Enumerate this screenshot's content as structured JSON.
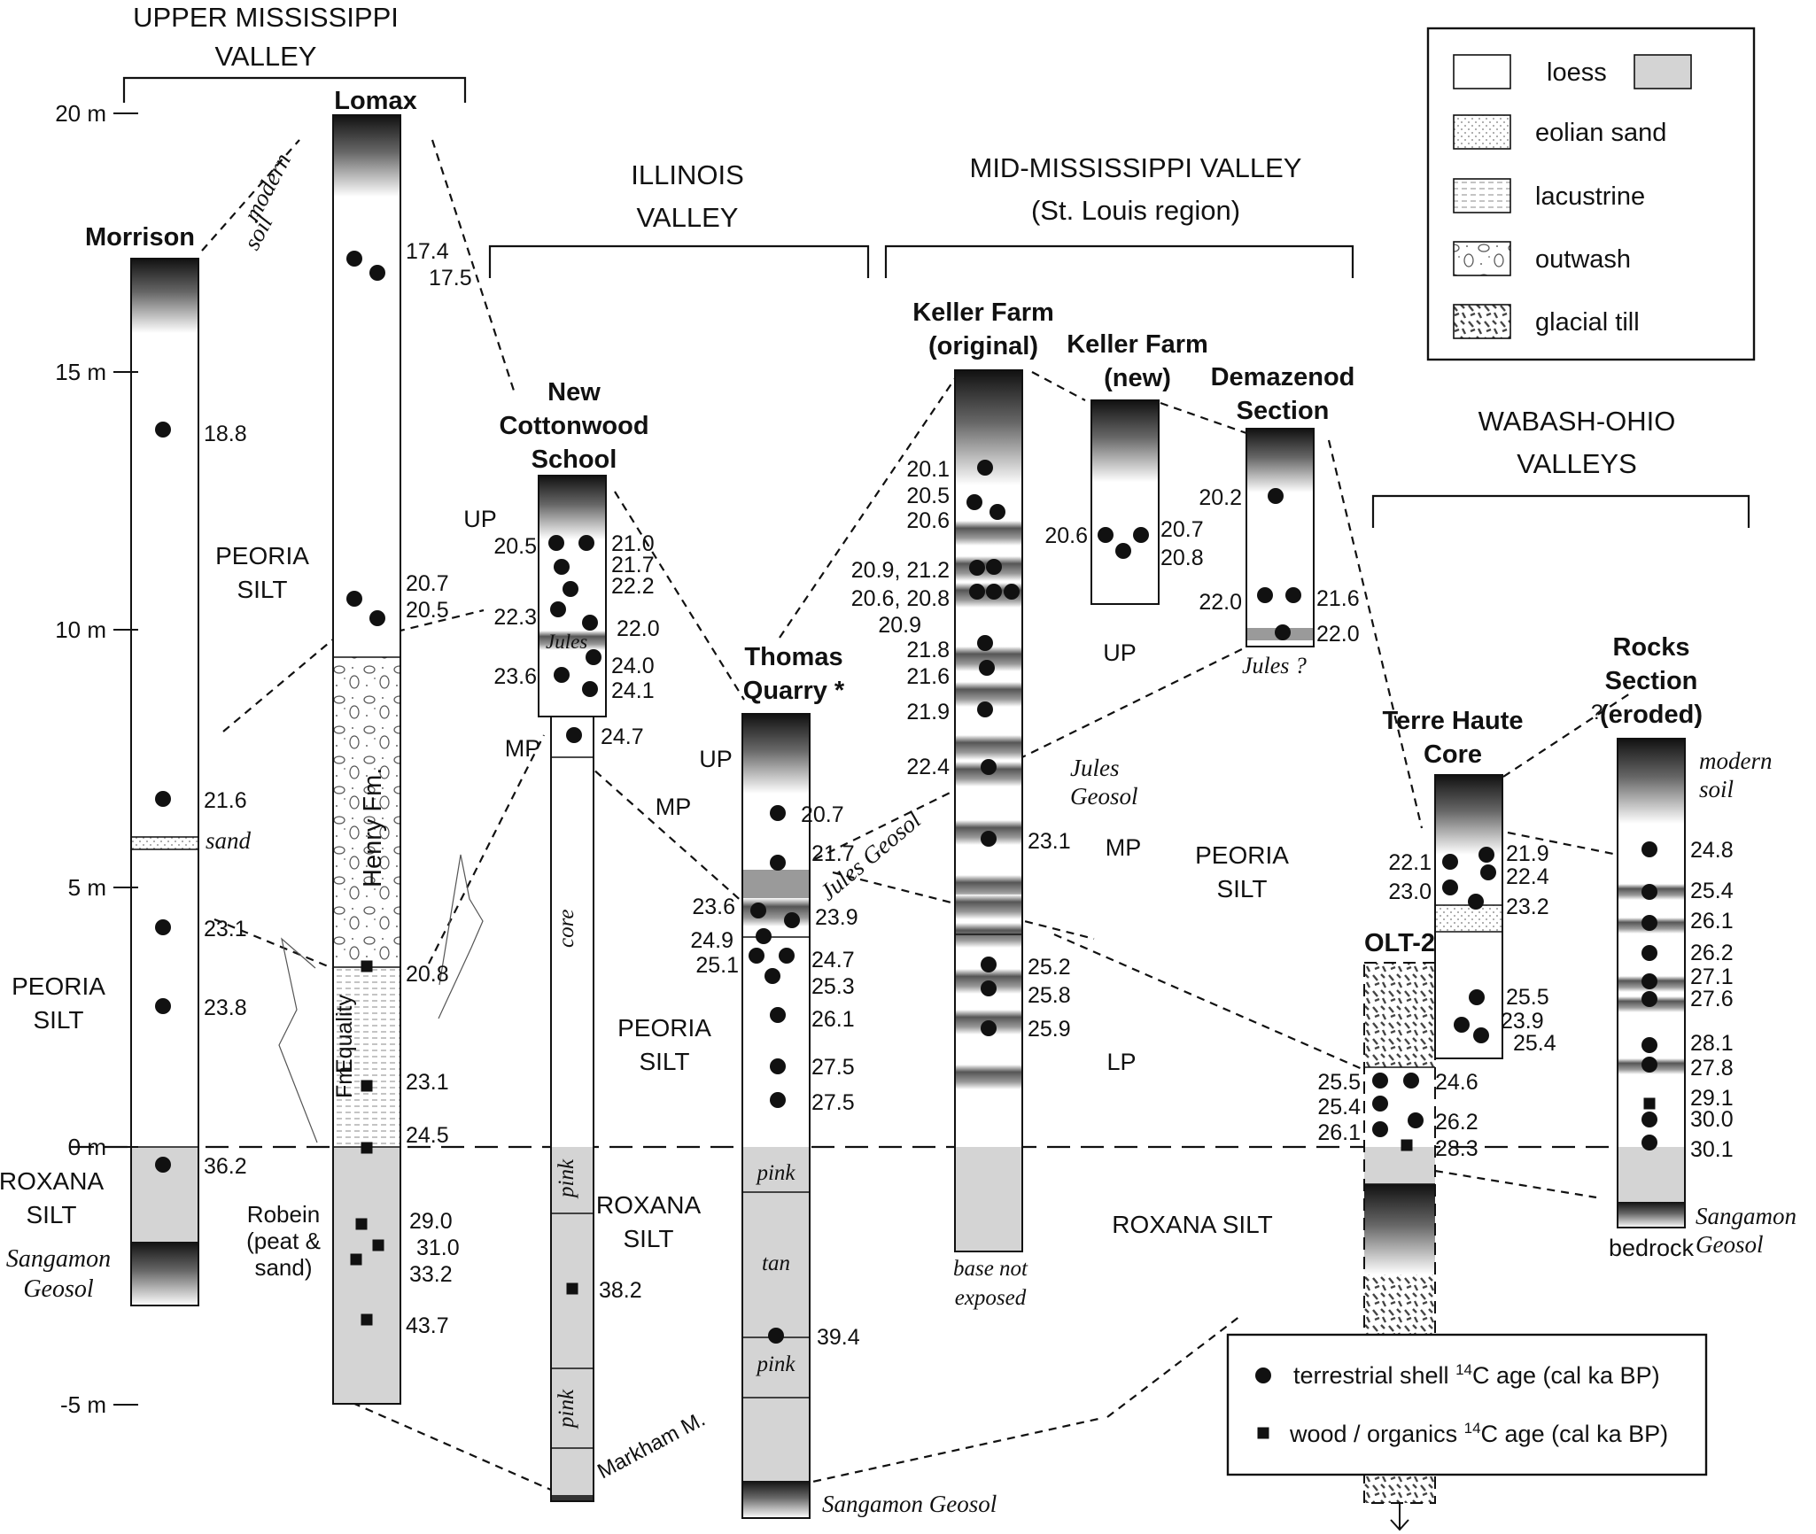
{
  "regions": {
    "upper": [
      "UPPER MISSISSIPPI",
      "VALLEY"
    ],
    "illinois": [
      "ILLINOIS",
      "VALLEY"
    ],
    "mid": [
      "MID-MISSISSIPPI VALLEY",
      "(St. Louis region)"
    ],
    "wabash": [
      "WABASH-OHIO",
      "VALLEYS"
    ]
  },
  "scale": {
    "ticks": [
      "20 m",
      "15 m",
      "10 m",
      "5 m",
      "0 m",
      "-5 m"
    ]
  },
  "sections": {
    "morrison": [
      "Morrison"
    ],
    "lomax": [
      "Lomax"
    ],
    "ncs": [
      "New",
      "Cottonwood",
      "School"
    ],
    "thomas": [
      "Thomas",
      "Quarry *"
    ],
    "kellerOrig": [
      "Keller Farm",
      "(original)"
    ],
    "kellerNew": [
      "Keller Farm",
      "(new)"
    ],
    "demazenod": [
      "Demazenod",
      "Section"
    ],
    "olt": [
      "OLT-2"
    ],
    "terre": [
      "Terre Haute",
      "Core"
    ],
    "rocks": [
      "Rocks",
      "Section",
      "(eroded)"
    ]
  },
  "units": {
    "peoriaSilt": [
      "PEORIA",
      "SILT"
    ],
    "roxanaSilt": [
      "ROXANA",
      "SILT"
    ],
    "roxanaSiltLine": "ROXANA SILT",
    "sangamon": [
      "Sangamon",
      "Geosol"
    ],
    "sangamonGeosol": "Sangamon Geosol",
    "modernSoil": [
      "modern",
      "soil"
    ],
    "sand": "sand",
    "henry": "Henry Fm.",
    "equality": [
      "Equality",
      "Fm."
    ],
    "robein": [
      "Robein",
      "(peat &",
      "sand)"
    ],
    "core": "core",
    "pink": "pink",
    "tan": "tan",
    "markham": "Markham M.",
    "jules": "Jules",
    "julesGeosol": "Jules Geosol",
    "julesGeosolSplit": [
      "Jules",
      "Geosol"
    ],
    "julesQ": "Jules ?",
    "up": "UP",
    "mp": "MP",
    "lp": "LP",
    "baseNotExposed": [
      "base not",
      "exposed"
    ],
    "bedrock": "bedrock",
    "question": "?"
  },
  "ages": {
    "morrison": [
      "18.8",
      "21.6",
      "23.1",
      "23.8",
      "36.2"
    ],
    "lomax": [
      "17.4",
      "17.5",
      "20.7",
      "20.5",
      "20.8",
      "23.1",
      "24.5",
      "29.0",
      "31.0",
      "33.2",
      "43.7"
    ],
    "ncs": [
      "20.5",
      "21.0",
      "21.7",
      "22.2",
      "22.3",
      "22.0",
      "23.6",
      "24.0",
      "24.1",
      "24.7",
      "38.2"
    ],
    "thomas": [
      "20.7",
      "21.7",
      "23.6",
      "23.9",
      "24.9",
      "25.1",
      "24.7",
      "25.3",
      "26.1",
      "27.5",
      "27.5",
      "39.4"
    ],
    "kellerOrig": [
      "20.1",
      "20.5",
      "20.6",
      "20.9, 21.2",
      "20.6, 20.8",
      "20.9",
      "21.8",
      "21.6",
      "21.9",
      "22.4",
      "23.1",
      "25.2",
      "25.8",
      "25.9"
    ],
    "kellerNew": [
      "20.6",
      "20.7",
      "20.8"
    ],
    "demazenod": [
      "20.2",
      "22.0",
      "21.6",
      "22.0"
    ],
    "terre": [
      "22.1",
      "23.0",
      "21.9",
      "22.4",
      "23.2",
      "25.5",
      "23.9",
      "25.4"
    ],
    "olt": [
      "25.5",
      "25.4",
      "26.1",
      "24.6",
      "26.2",
      "28.3"
    ],
    "rocks": [
      "24.8",
      "25.4",
      "26.1",
      "26.2",
      "27.1",
      "27.6",
      "28.1",
      "27.8",
      "29.1",
      "30.0",
      "30.1"
    ]
  },
  "legend": {
    "lithology": [
      "loess",
      "eolian sand",
      "lacustrine",
      "outwash",
      "glacial till"
    ],
    "symbols": [
      "terrestrial shell ",
      "14",
      "C age (cal ka BP)",
      "wood / organics ",
      "14",
      "C age (cal ka BP)"
    ]
  }
}
